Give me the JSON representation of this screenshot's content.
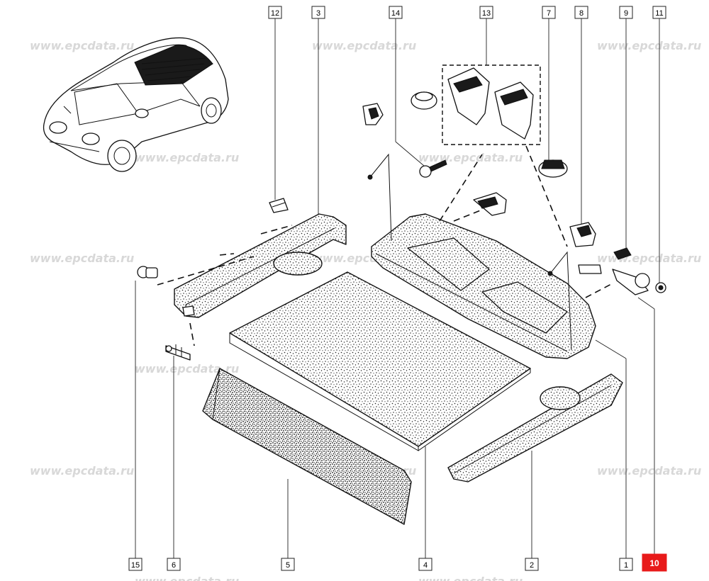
{
  "watermark": "www.epcdata.ru",
  "highlight_color": "#e81a1a",
  "callouts": [
    {
      "id": "c12",
      "label": "12"
    },
    {
      "id": "c3",
      "label": "3"
    },
    {
      "id": "c14",
      "label": "14"
    },
    {
      "id": "c13",
      "label": "13"
    },
    {
      "id": "c7",
      "label": "7"
    },
    {
      "id": "c8",
      "label": "8"
    },
    {
      "id": "c9",
      "label": "9"
    },
    {
      "id": "c11",
      "label": "11"
    },
    {
      "id": "c15",
      "label": "15"
    },
    {
      "id": "c6",
      "label": "6"
    },
    {
      "id": "c5",
      "label": "5"
    },
    {
      "id": "c4",
      "label": "4"
    },
    {
      "id": "c2",
      "label": "2"
    },
    {
      "id": "c1",
      "label": "1"
    },
    {
      "id": "c10",
      "label": "10",
      "highlighted": true
    }
  ]
}
